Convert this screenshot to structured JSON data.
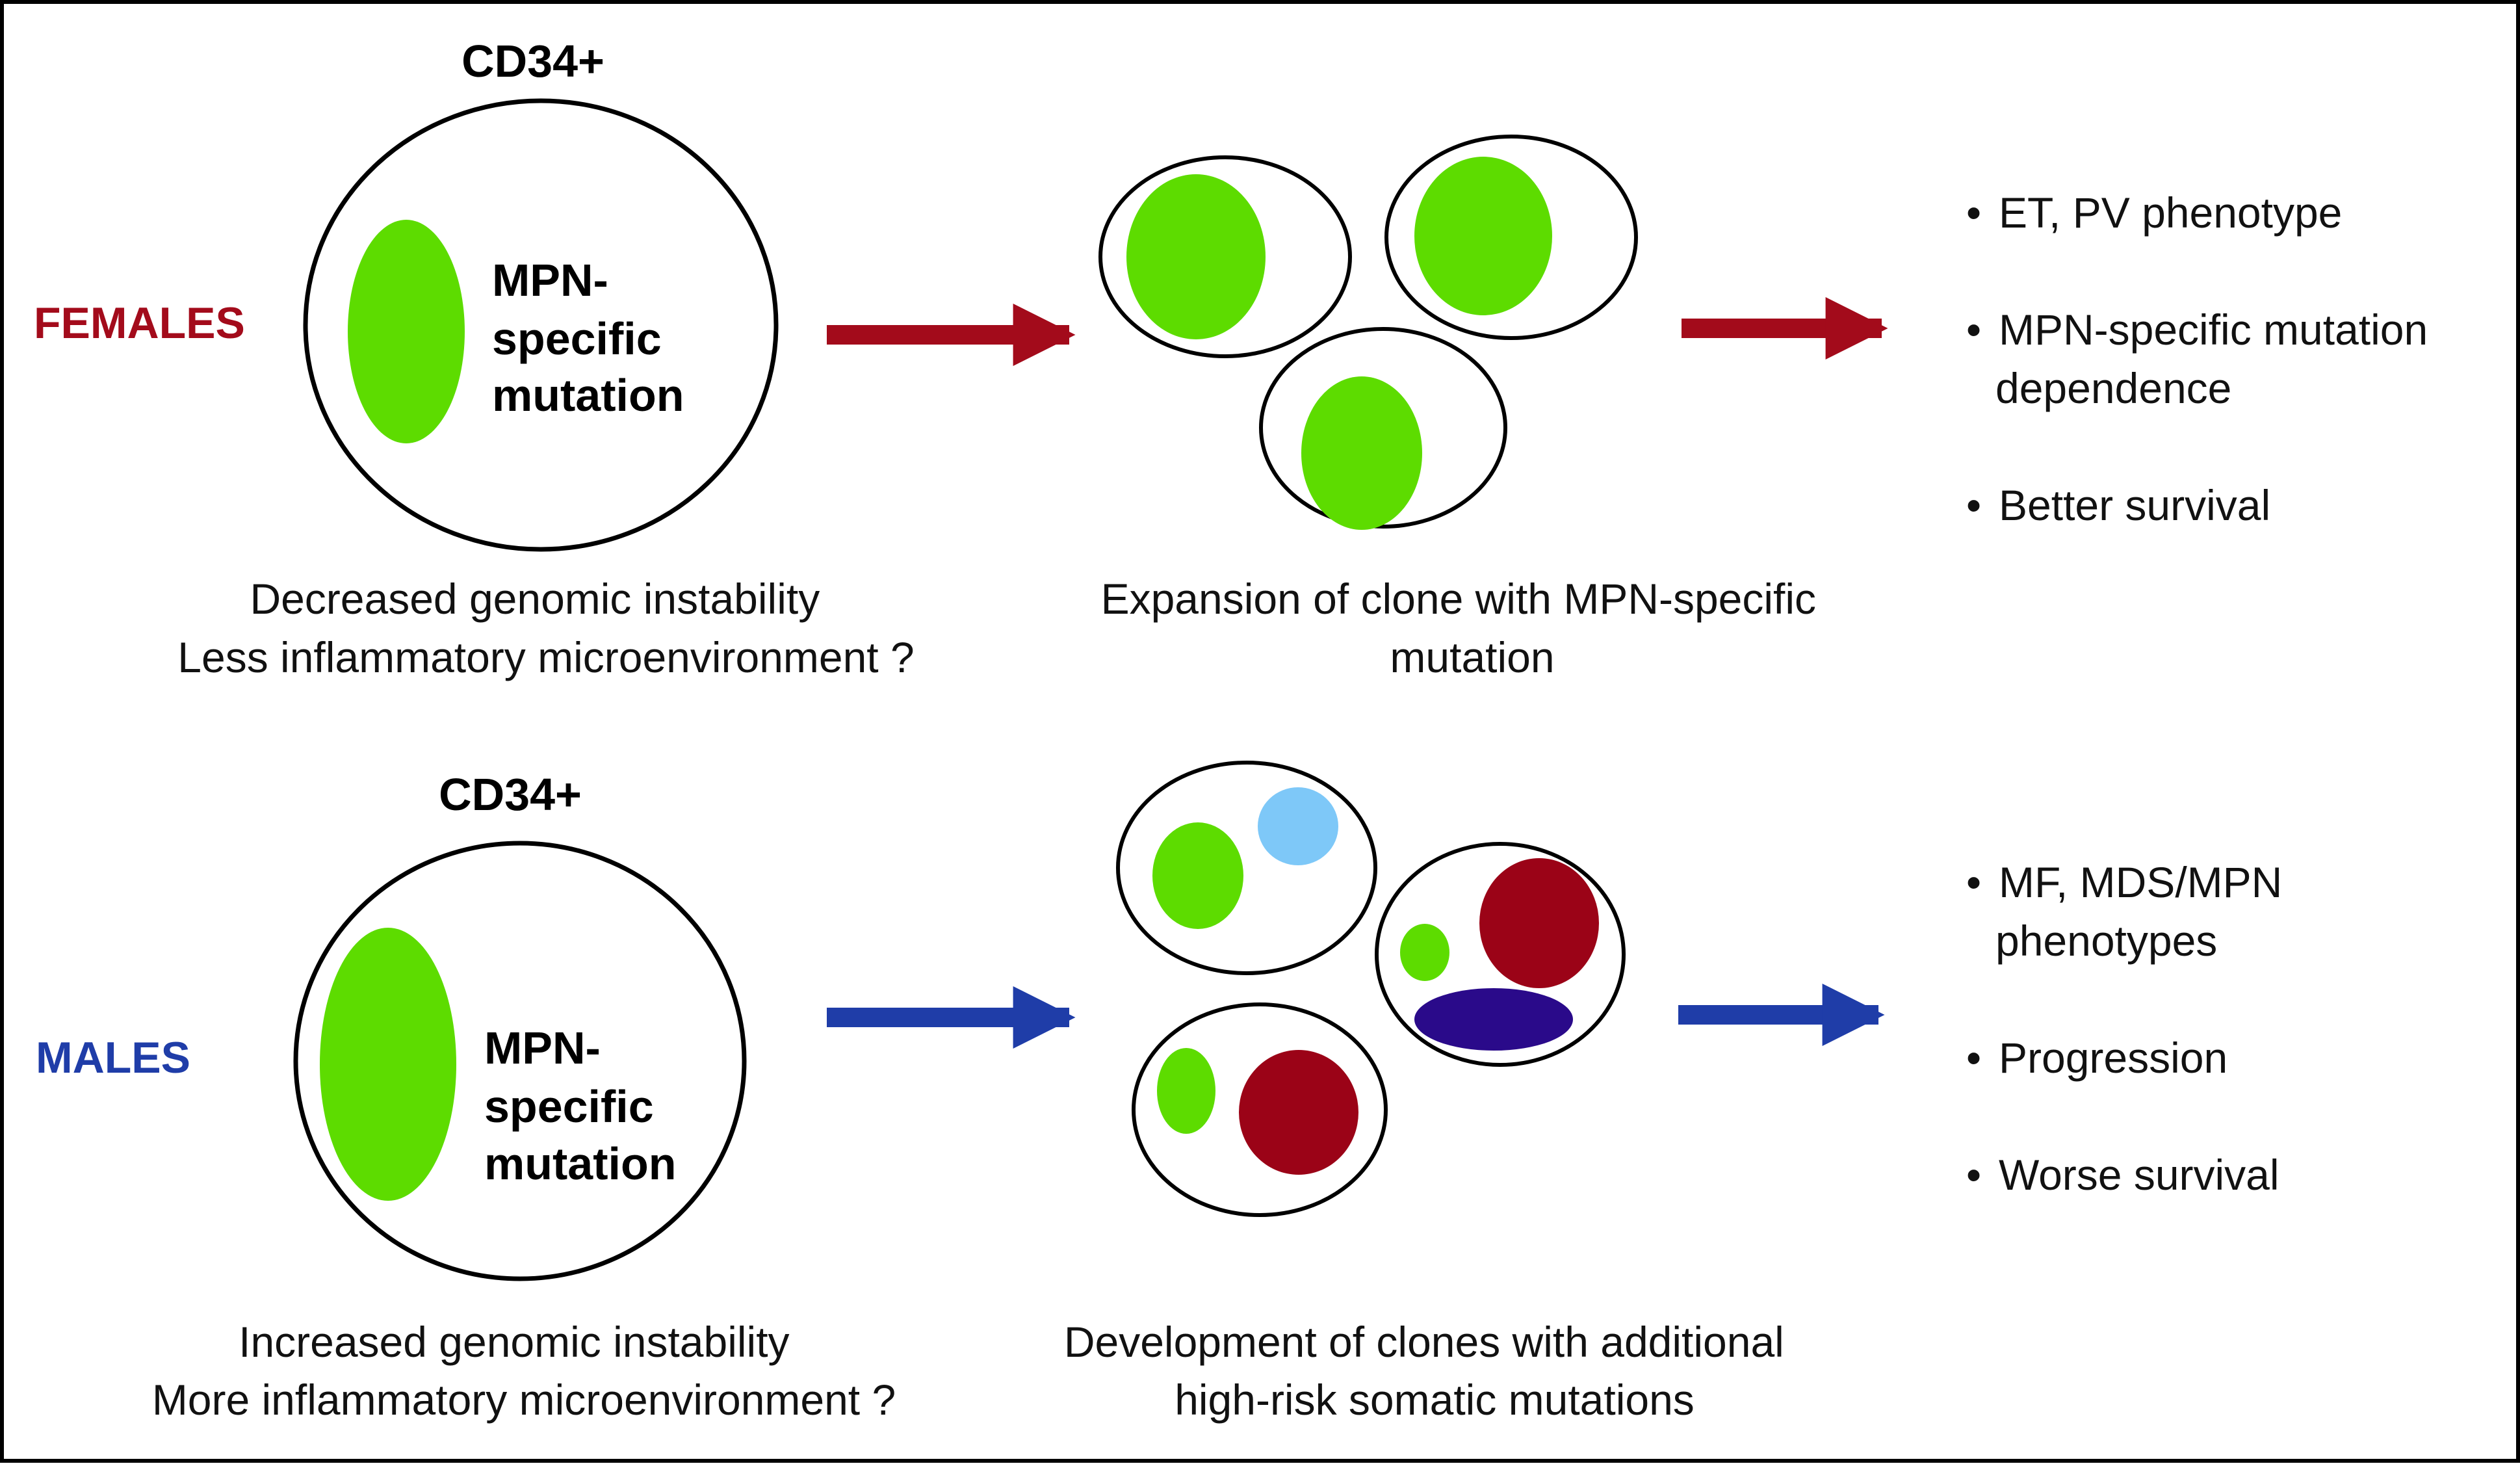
{
  "colors": {
    "female": "#a30b1b",
    "male": "#1f3da8",
    "mutation_green": "#5ddc00",
    "light_blue": "#7ec8f8",
    "dark_red": "#9b0317",
    "dark_purple": "#2a0a8a",
    "outline": "#000000"
  },
  "females": {
    "label": "FEMALES",
    "cell_label": "CD34+",
    "mutation_label": [
      "MPN-",
      "specific",
      "mutation"
    ],
    "caption": [
      "Decreased genomic instability",
      "Less inflammatory microenvironment ?"
    ],
    "expansion_caption": [
      "Expansion of clone with MPN-specific",
      "mutation"
    ],
    "outcomes": [
      [
        "ET, PV phenotype"
      ],
      [
        "MPN-specific mutation",
        "dependence"
      ],
      [
        "Better survival"
      ]
    ]
  },
  "males": {
    "label": "MALES",
    "cell_label": "CD34+",
    "mutation_label": [
      "MPN-",
      "specific",
      "mutation"
    ],
    "caption": [
      "Increased genomic instability",
      "More inflammatory microenvironment ?"
    ],
    "expansion_caption": [
      "Development of clones with additional",
      "high-risk somatic mutations"
    ],
    "outcomes": [
      [
        "MF, MDS/MPN",
        "phenotypes"
      ],
      [
        "Progression"
      ],
      [
        "Worse survival"
      ]
    ]
  }
}
